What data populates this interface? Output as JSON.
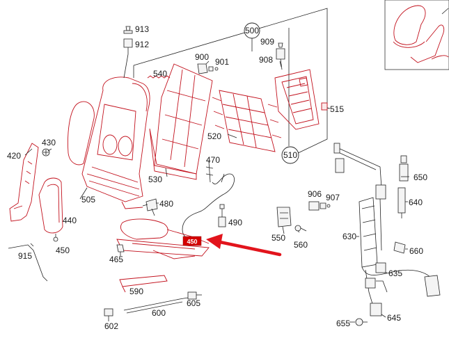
{
  "labels": {
    "p420": "420",
    "p430": "430",
    "p440": "440",
    "p450": "450",
    "p465": "465",
    "p470": "470",
    "p480": "480",
    "p490": "490",
    "p500": "500",
    "p505": "505",
    "p510": "510",
    "p515": "515",
    "p520": "520",
    "p530": "530",
    "p540": "540",
    "p550": "550",
    "p560": "560",
    "p590": "590",
    "p600": "600",
    "p602": "602",
    "p605": "605",
    "p630": "630",
    "p635": "635",
    "p640": "640",
    "p645": "645",
    "p650": "650",
    "p655": "655",
    "p660": "660",
    "p900": "900",
    "p901": "901",
    "p906": "906",
    "p907": "907",
    "p908": "908",
    "p909": "909",
    "p912": "912",
    "p913": "913",
    "p915": "915"
  },
  "highlight": {
    "tag": "450"
  },
  "colors": {
    "part_outline": "#c2101c",
    "part_fill": "#fbe8e9",
    "leader": "#222222",
    "arrow": "#e2141c",
    "tag_bg": "#d40000",
    "tag_text": "#ffffff"
  },
  "icons": {
    "callout_arrow": "arrow-icon",
    "inset": "seat-thumbnail-icon"
  }
}
